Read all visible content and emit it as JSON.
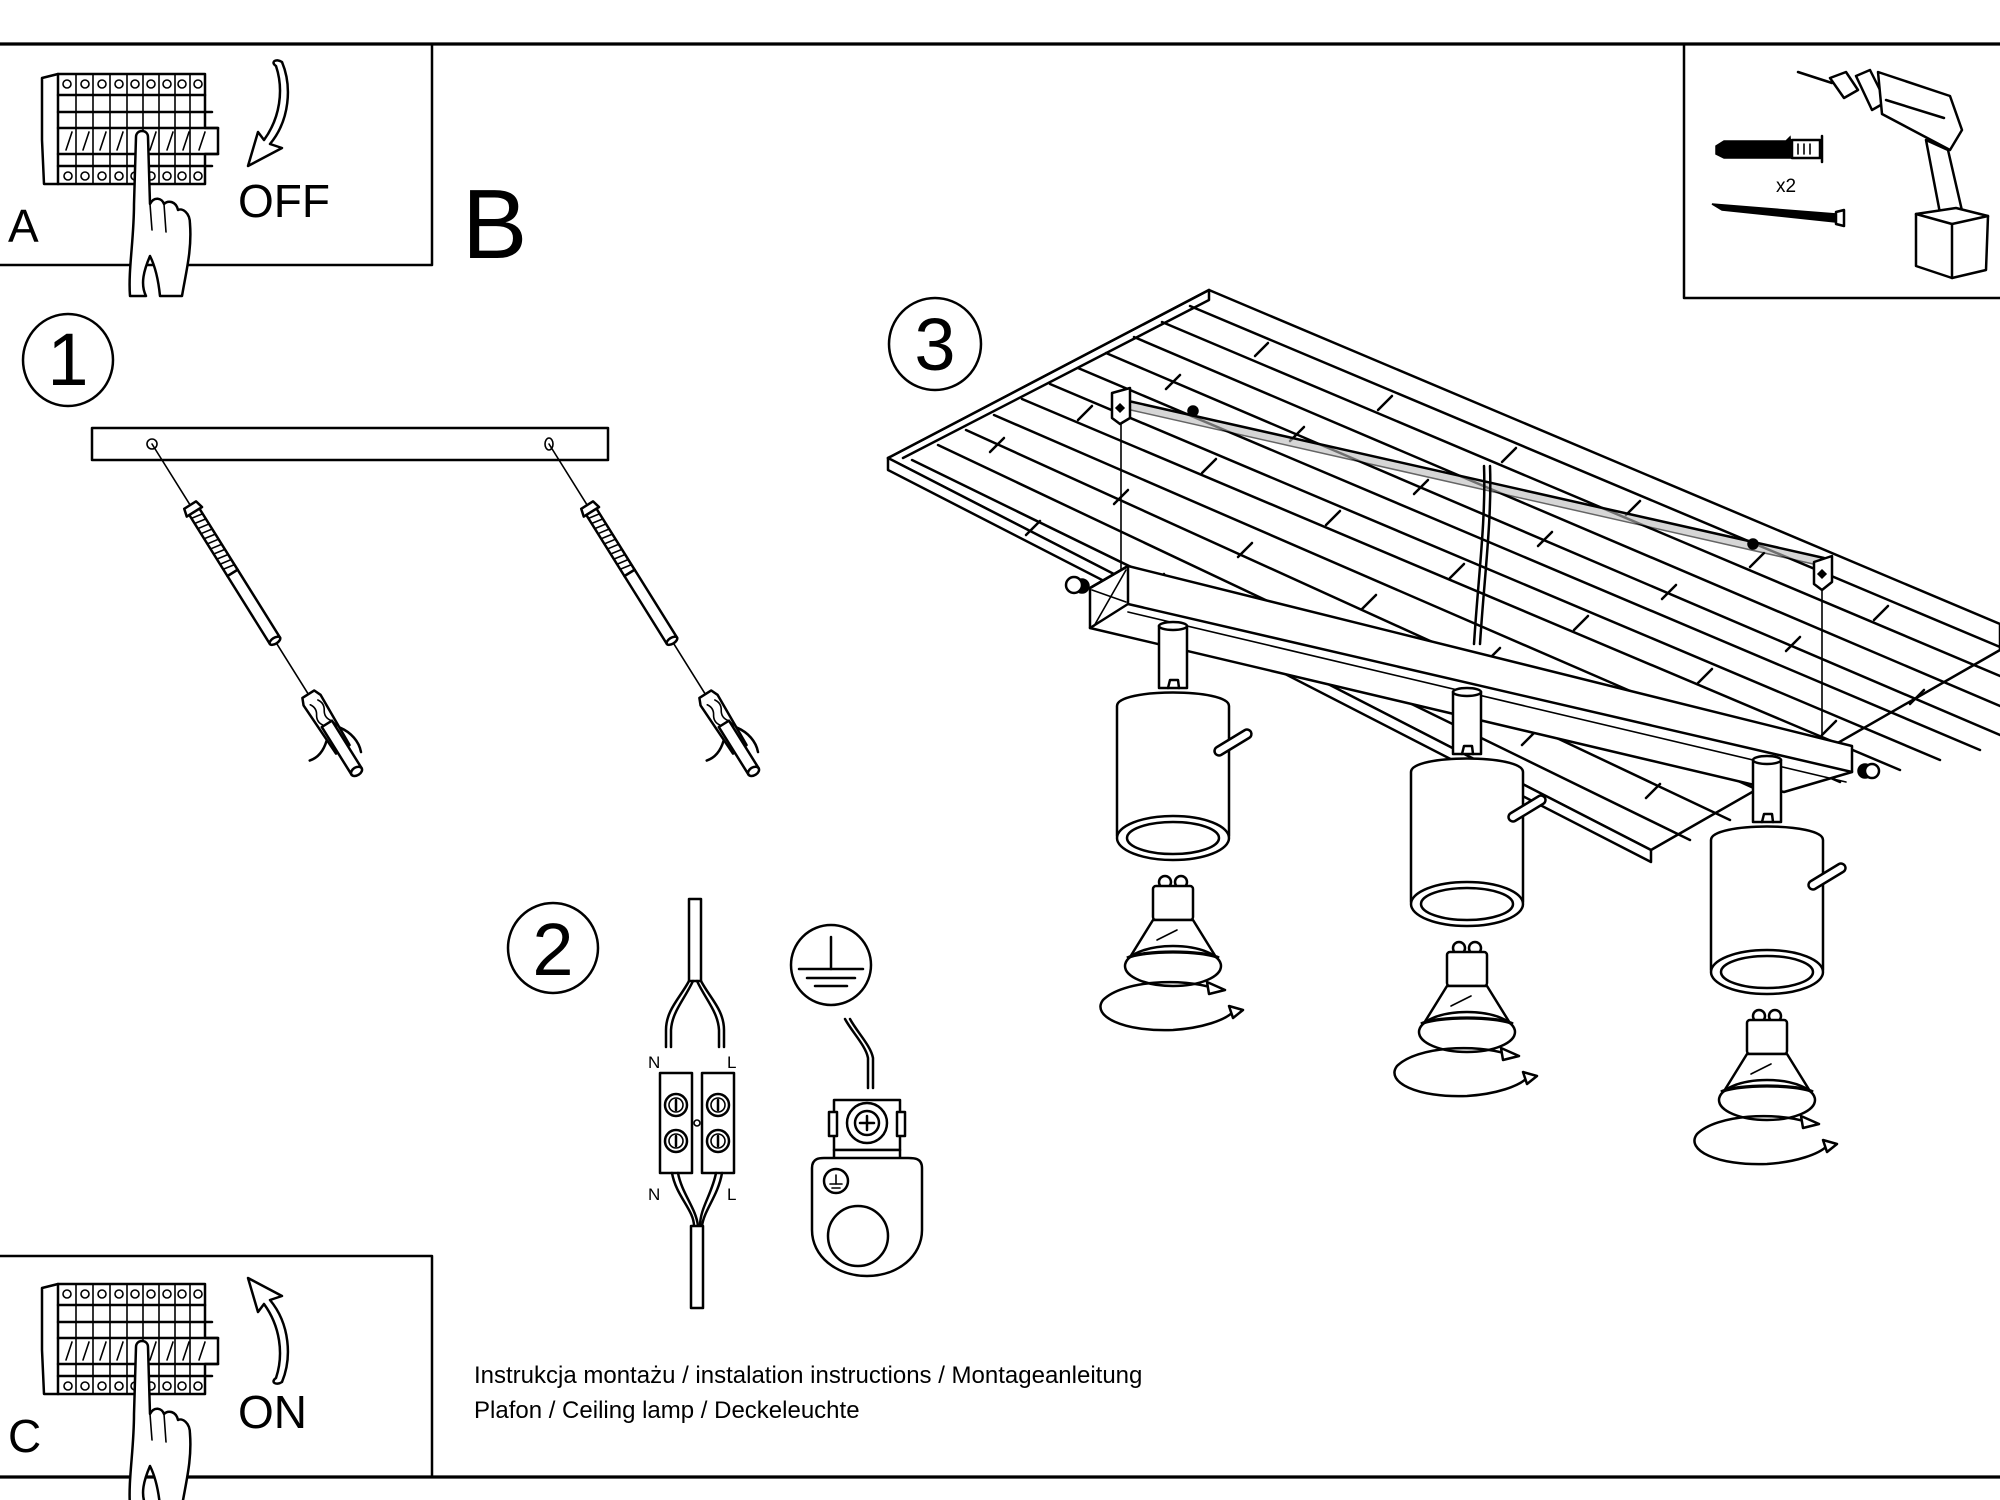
{
  "sections": {
    "a": {
      "label": "A",
      "action": "OFF"
    },
    "b": {
      "label": "B"
    },
    "c": {
      "label": "C",
      "action": "ON"
    }
  },
  "steps": [
    {
      "number": "1"
    },
    {
      "number": "2",
      "wiring_labels": {
        "top_left": "N",
        "top_right": "L",
        "bottom_left": "N",
        "bottom_right": "L"
      }
    },
    {
      "number": "3"
    }
  ],
  "tools": {
    "quantity": "x2"
  },
  "caption": {
    "line1": "Instrukcja montażu / instalation instructions / Montageanleitung",
    "line2": "Plafon / Ceiling lamp / Deckeleuchte"
  },
  "icons": {
    "breaker": "circuit-breaker-panel",
    "hand": "pointing-hand",
    "off_arrow": "curved-arrow-down",
    "on_arrow": "curved-arrow-up",
    "drill": "power-drill",
    "anchor": "wall-plug",
    "screw": "wood-screw",
    "ground": "earth-ground-symbol",
    "terminal": "terminal-block",
    "ground_clamp": "ground-terminal",
    "rotate": "rotate-arrow"
  },
  "lamp": {
    "spotlights": 3
  }
}
